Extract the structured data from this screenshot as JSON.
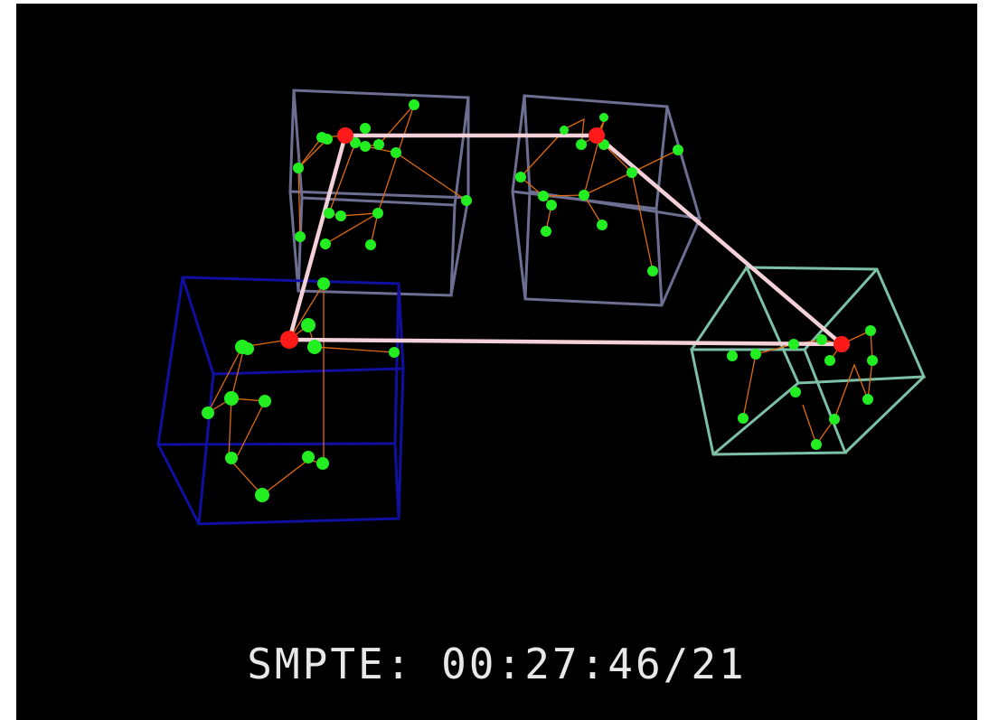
{
  "timecode": {
    "label": "SMPTE:",
    "value": "00:27:46/21"
  },
  "colors": {
    "background": "#000000",
    "joint": "#22ee22",
    "hub": "#ff1a1a",
    "network_link": "#f4d0d8",
    "internal_link": "#e06a10",
    "box_blue": "#1010a0",
    "box_slate": "#6d6f92",
    "box_teal": "#7dc0a8"
  },
  "scene": {
    "boxes": [
      {
        "name": "box-top-left",
        "color": "box_slate"
      },
      {
        "name": "box-top-right",
        "color": "box_slate"
      },
      {
        "name": "box-left",
        "color": "box_blue"
      },
      {
        "name": "box-right",
        "color": "box_teal"
      }
    ],
    "hubs": 4
  }
}
